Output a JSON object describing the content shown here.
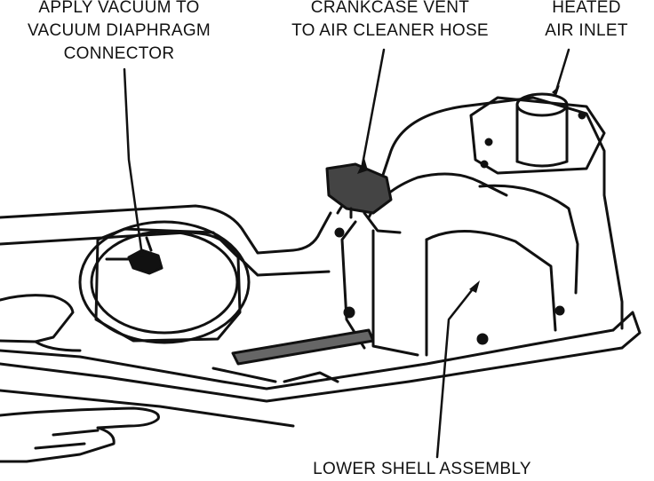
{
  "labels": {
    "vacuum": [
      "APPLY VACUUM TO",
      "VACUUM DIAPHRAGM",
      "CONNECTOR"
    ],
    "crankcase_vent": [
      "CRANKCASE VENT",
      "TO AIR CLEANER HOSE"
    ],
    "heated_air_inlet": [
      "HEATED",
      "AIR INLET"
    ],
    "lower_shell": [
      "LOWER SHELL ASSEMBLY"
    ]
  },
  "colors": {
    "ink": "#111111",
    "paper": "#ffffff"
  }
}
